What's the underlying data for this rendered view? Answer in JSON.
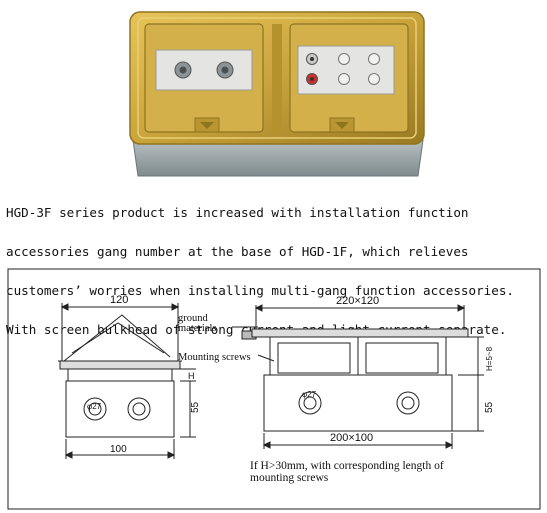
{
  "description": {
    "line1": "HGD-3F series product is increased with installation function",
    "line2": "accessories gang number at the base of HGD-1F, which relieves",
    "line3": "customers’ worries when installing multi-gang function accessories.",
    "line4": "With screen bulkhead of strong current and light current separate."
  },
  "drawing": {
    "left_view": {
      "width_top": "120",
      "width_bottom": "100",
      "height_side": "55",
      "height_small": "H",
      "hole_label": "φ27"
    },
    "right_view": {
      "width_top": "220×120",
      "width_bottom": "200×100",
      "height_side": "55",
      "height_small": "H=5~8",
      "hole_label": "φ27"
    },
    "labels": {
      "ground_line1": "ground",
      "ground_line2": "materials",
      "mounting": "Mounting screws"
    },
    "note_line1": "If H>30mm, with corresponding length of",
    "note_line2": "mounting screws"
  },
  "colors": {
    "brass": "#c9a43c",
    "brass_dark": "#8f7420",
    "box_grey": "#9aa5a8",
    "plate": "#e4e4e2"
  }
}
